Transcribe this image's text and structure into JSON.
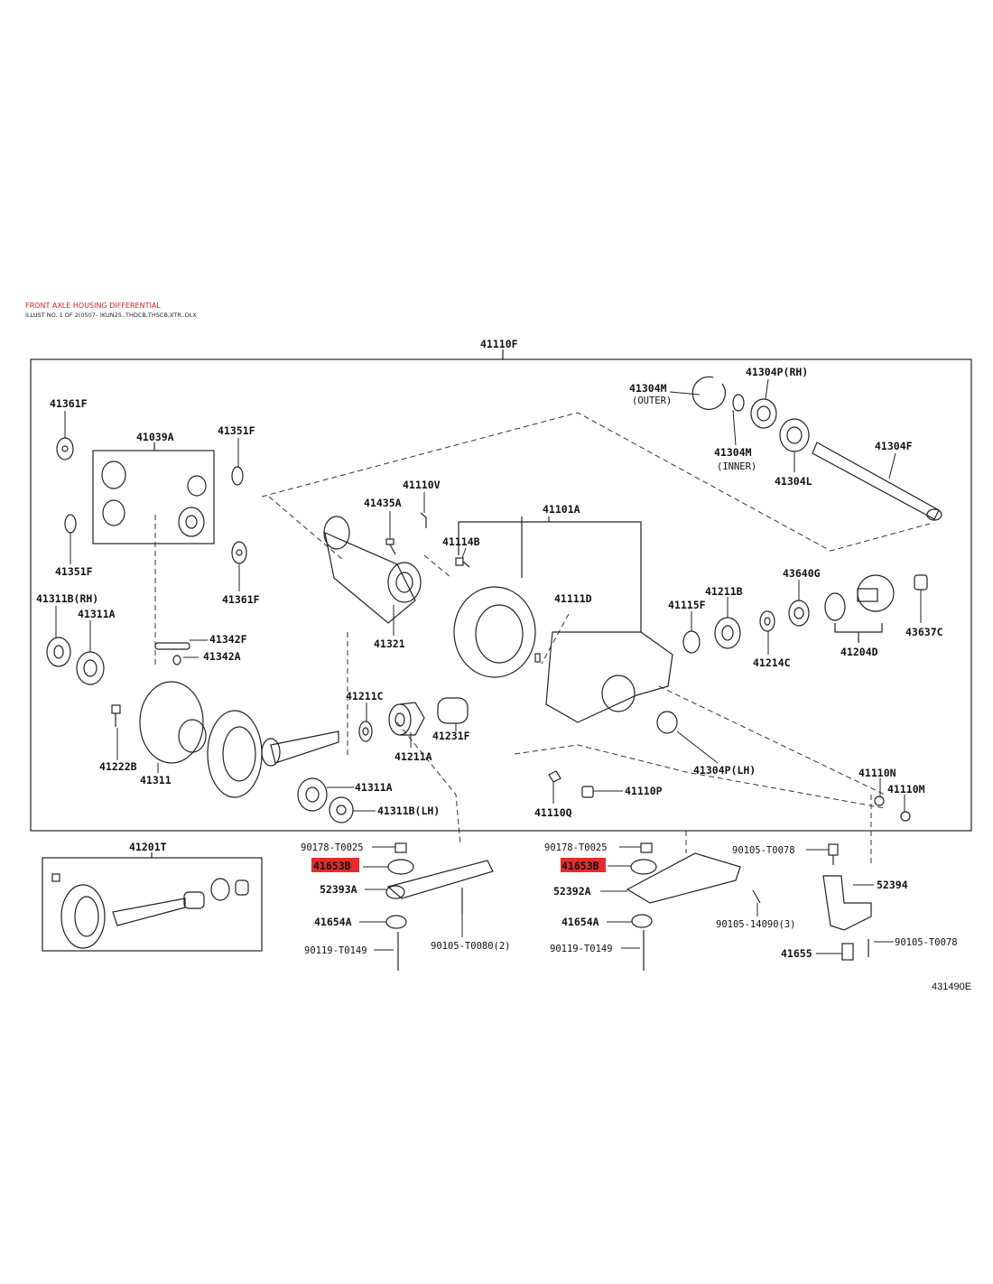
{
  "header": {
    "title": "FRONT AXLE HOUSING DIFFERENTIAL",
    "subtitle": "ILLUST NO. 1 OF 2(0507- )KUN25..THDCB,THSCB,XTR..DLX"
  },
  "colors": {
    "highlight": "#e32c2c",
    "title_red": "#e0211b",
    "line": "#222222"
  },
  "labels": {
    "p41110F": "41110F",
    "p41361F_top": "41361F",
    "p41039A": "41039A",
    "p41351F_right": "41351F",
    "p41351F_left": "41351F",
    "p41361F_mid": "41361F",
    "p41311B_RH": "41311B(RH)",
    "p41311A_top": "41311A",
    "p41342F": "41342F",
    "p41342A": "41342A",
    "p41222B": "41222B",
    "p41311": "41311",
    "p41311A_bottom": "41311A",
    "p41311B_LH": "41311B(LH)",
    "p41435A": "41435A",
    "p41110V": "41110V",
    "p41321": "41321",
    "p41114B": "41114B",
    "p41101A": "41101A",
    "p41111D": "41111D",
    "p41211C": "41211C",
    "p41211A": "41211A",
    "p41231F": "41231F",
    "p41304M_outer": "41304M",
    "outer": "(OUTER)",
    "p41304P_RH": "41304P(RH)",
    "p41304M_inner": "41304M",
    "inner": "(INNER)",
    "p41304L": "41304L",
    "p41304F": "41304F",
    "p43640G": "43640G",
    "p41115F": "41115F",
    "p41211B": "41211B",
    "p41214C": "41214C",
    "p41204D": "41204D",
    "p43637C": "43637C",
    "p41304P_LH": "41304P(LH)",
    "p41110N": "41110N",
    "p41110M": "41110M",
    "p41110P": "41110P",
    "p41110Q": "41110Q",
    "p41201T": "41201T",
    "p90178_T0025_a": "90178-T0025",
    "p41653B_a": "41653B",
    "p52393A": "52393A",
    "p41654A_a": "41654A",
    "p90119_T0149_a": "90119-T0149",
    "p90105_T0080": "90105-T0080(2)",
    "p90178_T0025_b": "90178-T0025",
    "p41653B_b": "41653B",
    "p52392A": "52392A",
    "p41654A_b": "41654A",
    "p90119_T0149_b": "90119-T0149",
    "p90105_14090": "90105-14090(3)",
    "p90105_T0078_top": "90105-T0078",
    "p52394": "52394",
    "p41655": "41655",
    "p90105_T0078_bottom": "90105-T0078"
  },
  "illustration_code": "431490E"
}
